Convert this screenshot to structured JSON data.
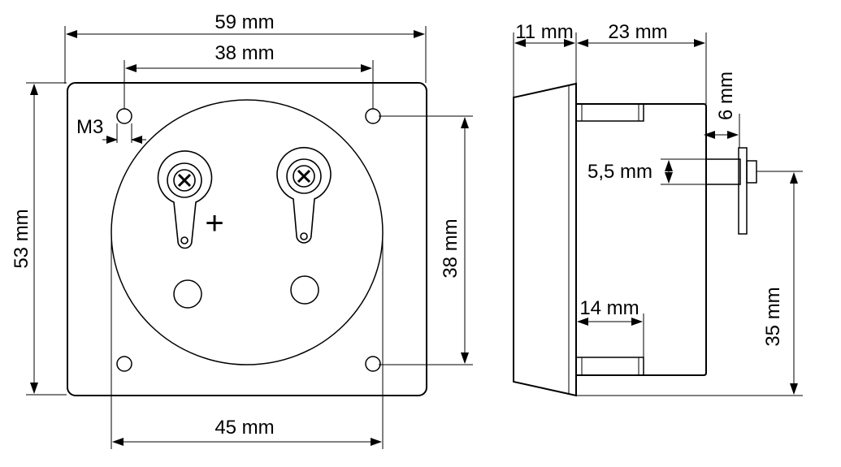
{
  "colors": {
    "stroke": "#000000",
    "background": "#ffffff"
  },
  "front_view": {
    "dimensions": {
      "width_total": "59 mm",
      "mount_spacing_horizontal": "38 mm",
      "thread_size": "M3",
      "height_total": "53 mm",
      "mount_spacing_vertical": "38 mm",
      "body_diameter": "45 mm"
    },
    "symbols": {
      "plus": "+"
    }
  },
  "side_view": {
    "dimensions": {
      "bezel_depth": "11 mm",
      "body_depth": "23 mm",
      "terminal_length": "6 mm",
      "terminal_diameter": "5,5 mm",
      "stud_length": "14 mm",
      "terminal_height": "35 mm"
    }
  }
}
